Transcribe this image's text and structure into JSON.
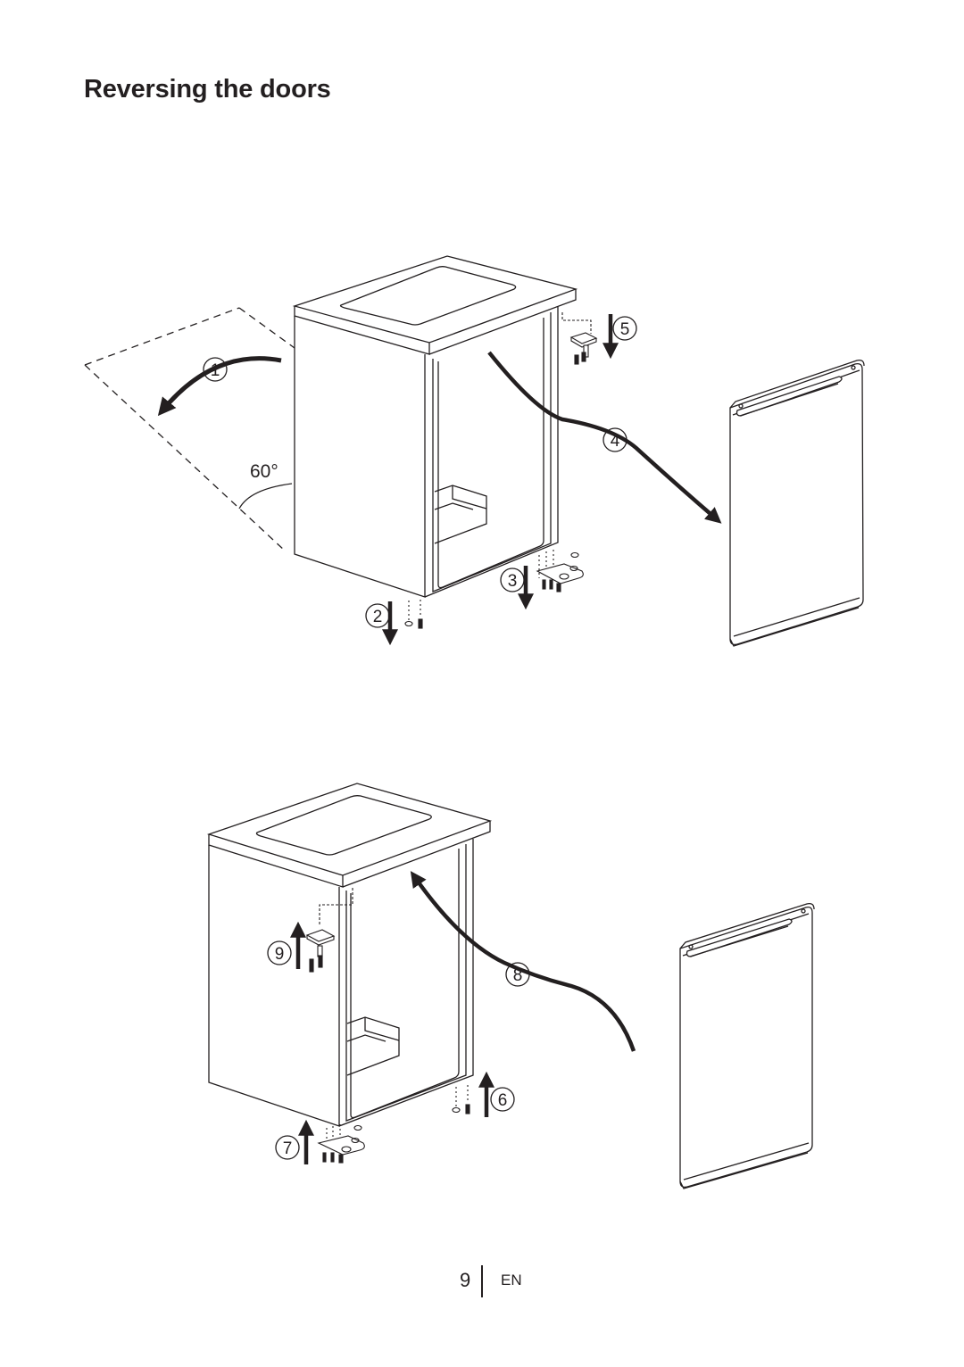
{
  "header": {
    "title": "Reversing the doors"
  },
  "diagram_top": {
    "angle_label": "60°",
    "steps": [
      "1",
      "2",
      "3",
      "4",
      "5"
    ]
  },
  "diagram_bottom": {
    "steps": [
      "6",
      "7",
      "8",
      "9"
    ]
  },
  "footer": {
    "page_number": "9",
    "language": "EN"
  },
  "colors": {
    "ink": "#231f20",
    "background": "#ffffff"
  }
}
